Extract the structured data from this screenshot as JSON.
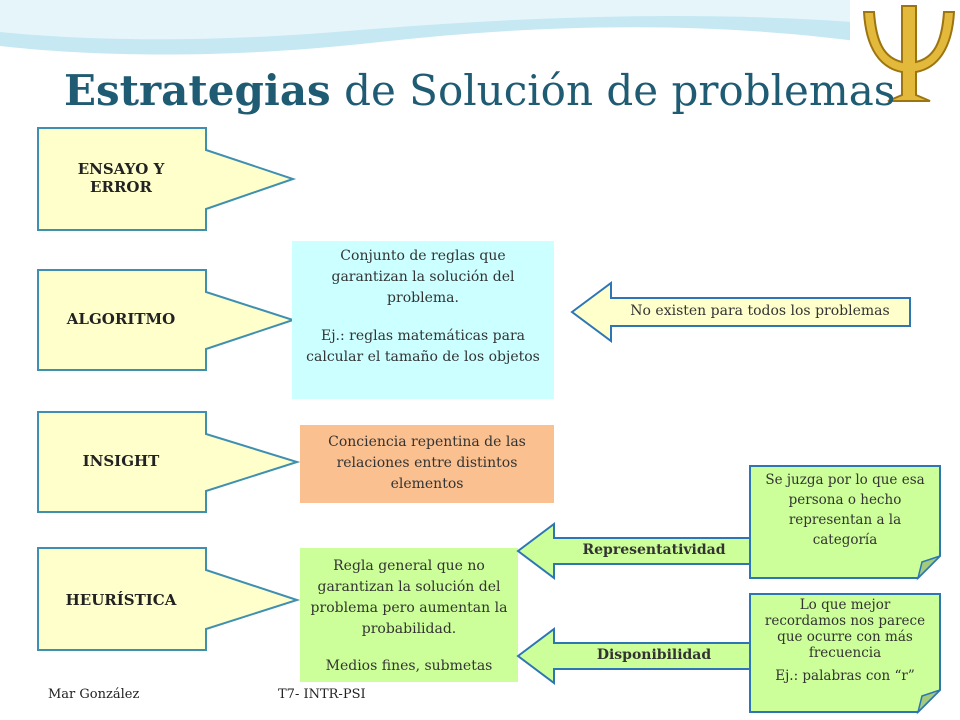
{
  "title": {
    "bold": "Estrategias",
    "rest": "de Solución de problemas"
  },
  "logo": {
    "symbol": "Ψ",
    "icon": "psi-logo-icon"
  },
  "strategies": [
    {
      "label": "ENSAYO Y ERROR"
    },
    {
      "label": "ALGORITMO"
    },
    {
      "label": "INSIGHT"
    },
    {
      "label": "HEURÍSTICA"
    }
  ],
  "algoritmo": {
    "desc": "Conjunto de reglas que garantizan la solución del problema.",
    "example": "Ej.: reglas matemáticas para calcular el tamaño de los objetos",
    "note": "No existen para todos los problemas"
  },
  "insight": {
    "desc": "Conciencia repentina de las relaciones entre distintos elementos"
  },
  "heuristica": {
    "desc": "Regla general que no garantizan la solución del problema pero aumentan la probabilidad.",
    "example": "Medios fines, submetas",
    "representatividad": {
      "label": "Representatividad",
      "note": "Se juzga por lo que esa persona o hecho representan a la categoría"
    },
    "disponibilidad": {
      "label": "Disponibilidad",
      "note": "Lo que mejor recordamos nos parece que ocurre con más frecuencia",
      "example": "Ej.: palabras con “r”"
    }
  },
  "footer": {
    "author": "Mar González",
    "course": "T7- INTR-PSI"
  },
  "colors": {
    "title": "#1f5c73",
    "arrow_fill": "#ffffcc",
    "arrow_stroke": "#3f8fb0",
    "cyan_box": "#ccffff",
    "orange_box": "#fac090",
    "green": "#ccff99",
    "green_stroke": "#2e75b6"
  }
}
